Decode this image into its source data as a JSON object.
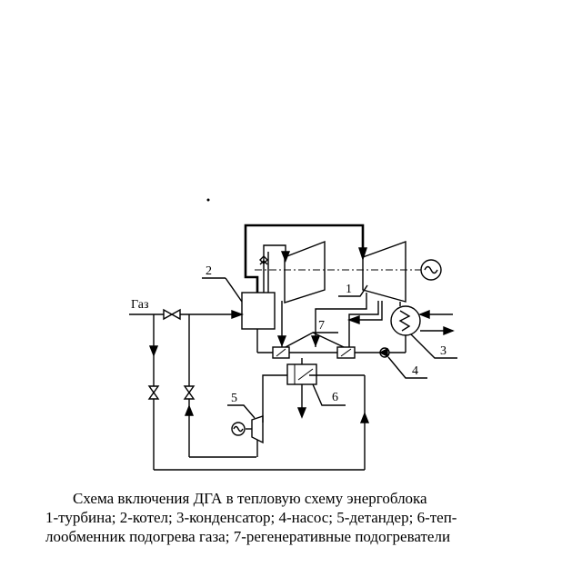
{
  "labels": {
    "gas": "Газ",
    "n1": "1",
    "n2": "2",
    "n3": "3",
    "n4": "4",
    "n5": "5",
    "n6": "6",
    "n7": "7"
  },
  "caption": {
    "line1": "Схема включения ДГА в тепловую схему энергоблока",
    "line2": "1-турбина; 2-котел; 3-конденсатор; 4-насос; 5-детандер; 6-теп-",
    "line3": "лообменник подогрева газа; 7-регенеративные подогреватели"
  }
}
